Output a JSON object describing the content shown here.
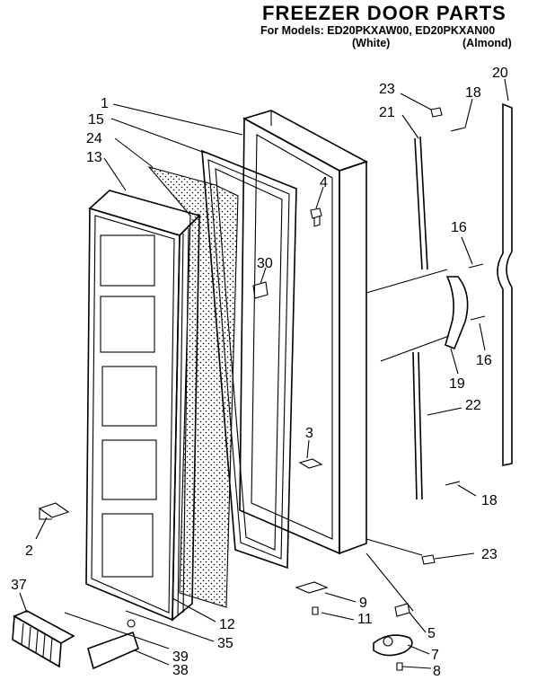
{
  "header": {
    "title": "FREEZER DOOR PARTS",
    "models_line": "For Models: ED20PKXAW00, ED20PKXAN00",
    "white": "(White)",
    "almond": "(Almond)"
  },
  "callouts": [
    {
      "id": "1",
      "label": "1"
    },
    {
      "id": "15",
      "label": "15"
    },
    {
      "id": "24",
      "label": "24"
    },
    {
      "id": "13",
      "label": "13"
    },
    {
      "id": "4",
      "label": "4"
    },
    {
      "id": "30",
      "label": "30"
    },
    {
      "id": "3",
      "label": "3"
    },
    {
      "id": "2",
      "label": "2"
    },
    {
      "id": "37",
      "label": "37"
    },
    {
      "id": "12",
      "label": "12"
    },
    {
      "id": "35",
      "label": "35"
    },
    {
      "id": "39",
      "label": "39"
    },
    {
      "id": "38",
      "label": "38"
    },
    {
      "id": "9",
      "label": "9"
    },
    {
      "id": "11",
      "label": "11"
    },
    {
      "id": "5",
      "label": "5"
    },
    {
      "id": "7",
      "label": "7"
    },
    {
      "id": "8",
      "label": "8"
    },
    {
      "id": "23a",
      "label": "23"
    },
    {
      "id": "18a",
      "label": "18"
    },
    {
      "id": "20",
      "label": "20"
    },
    {
      "id": "21",
      "label": "21"
    },
    {
      "id": "16a",
      "label": "16"
    },
    {
      "id": "16b",
      "label": "16"
    },
    {
      "id": "19",
      "label": "19"
    },
    {
      "id": "22",
      "label": "22"
    },
    {
      "id": "18b",
      "label": "18"
    },
    {
      "id": "23b",
      "label": "23"
    }
  ]
}
